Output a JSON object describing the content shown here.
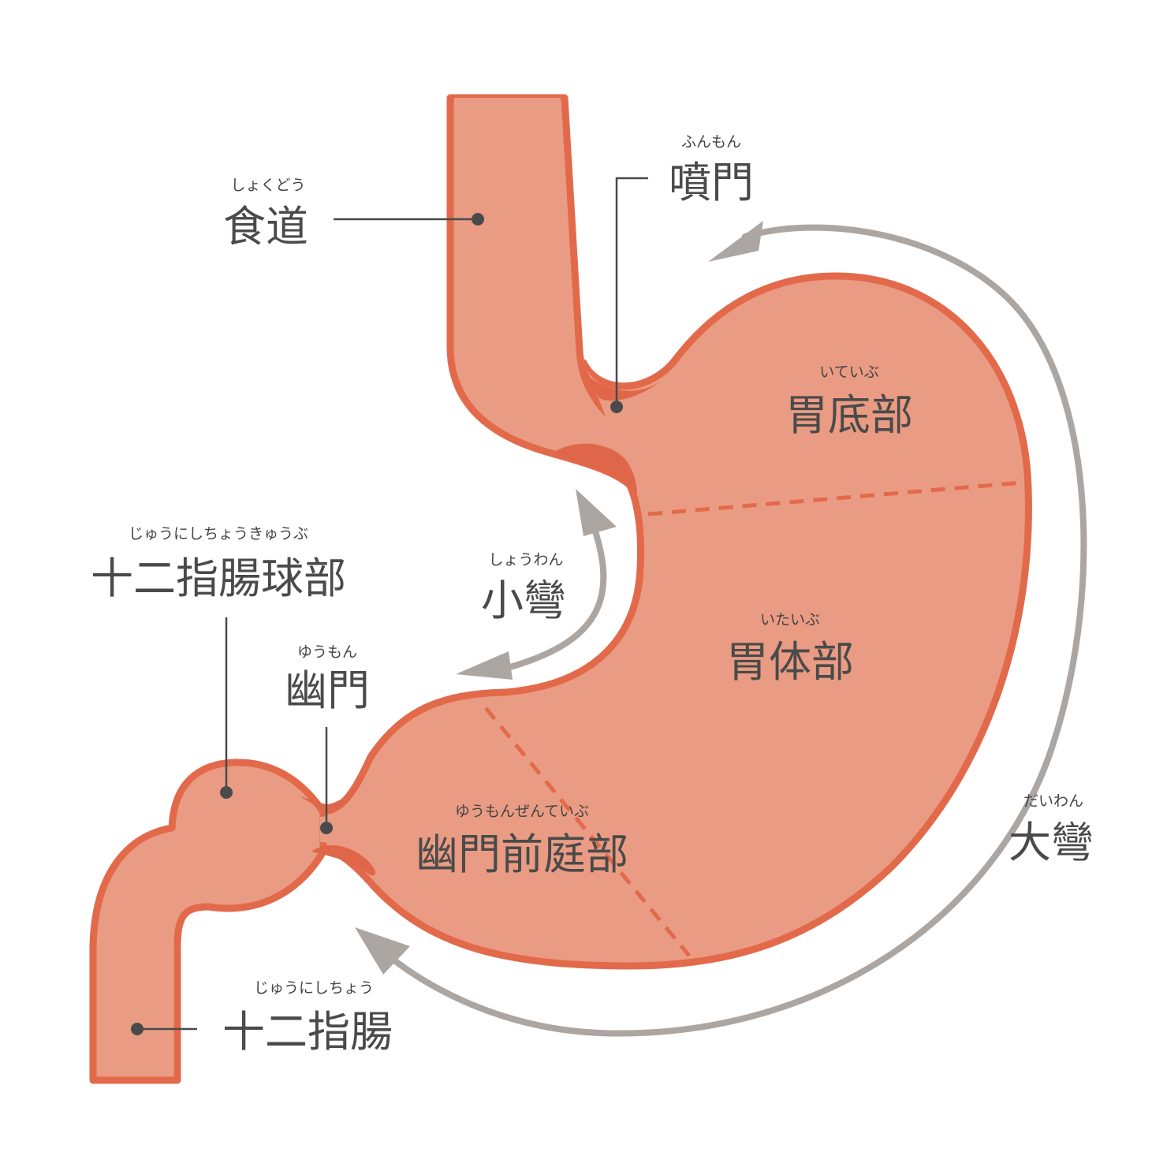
{
  "colors": {
    "organ_fill": "#E99C83",
    "organ_outline": "#E26A4B",
    "sphincter": "#E0664A",
    "arrow": "#ACA6A3",
    "label_text": "#4a4a4a"
  },
  "labels": {
    "esophagus": {
      "ruby": "しょくどう",
      "term": "食道"
    },
    "cardia": {
      "ruby": "ふんもん",
      "term": "噴門"
    },
    "fundus": {
      "ruby": "いていぶ",
      "term": "胃底部"
    },
    "body": {
      "ruby": "いたいぶ",
      "term": "胃体部"
    },
    "lesser_curvature": {
      "ruby": "しょうわん",
      "term": "小彎"
    },
    "duodenal_bulb": {
      "ruby": "じゅうにしちょうきゅうぶ",
      "term": "十二指腸球部"
    },
    "pylorus": {
      "ruby": "ゆうもん",
      "term": "幽門"
    },
    "antrum": {
      "ruby": "ゆうもんぜんていぶ",
      "term": "幽門前庭部"
    },
    "greater_curvature": {
      "ruby": "だいわん",
      "term": "大彎"
    },
    "duodenum": {
      "ruby": "じゅうにしちょう",
      "term": "十二指腸"
    }
  }
}
